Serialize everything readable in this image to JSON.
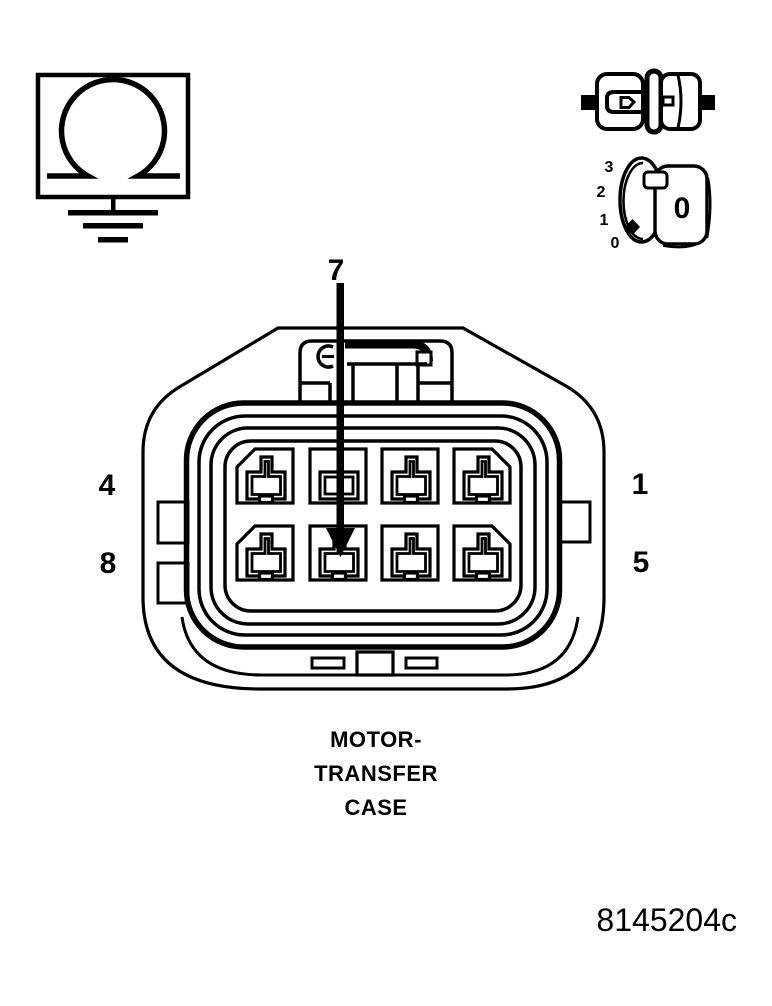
{
  "colors": {
    "line": "#000000",
    "background": "#ffffff"
  },
  "header_icons": {
    "ground_symbol": "component-with-ground-icon",
    "disconnect_symbol": "disconnected-connector-icon",
    "dial_symbol": "rotary-dial-at-0-icon"
  },
  "dial": {
    "pos_3": "3",
    "pos_2": "2",
    "pos_1": "1",
    "pos_0": "0",
    "key_label": "0"
  },
  "connector": {
    "arrow_pin_label": "7",
    "pin_top_left": "4",
    "pin_bottom_left": "8",
    "pin_top_right": "1",
    "pin_bottom_right": "5"
  },
  "caption": {
    "line1": "MOTOR-",
    "line2": "TRANSFER",
    "line3": "CASE"
  },
  "figure_number": "8145204c"
}
